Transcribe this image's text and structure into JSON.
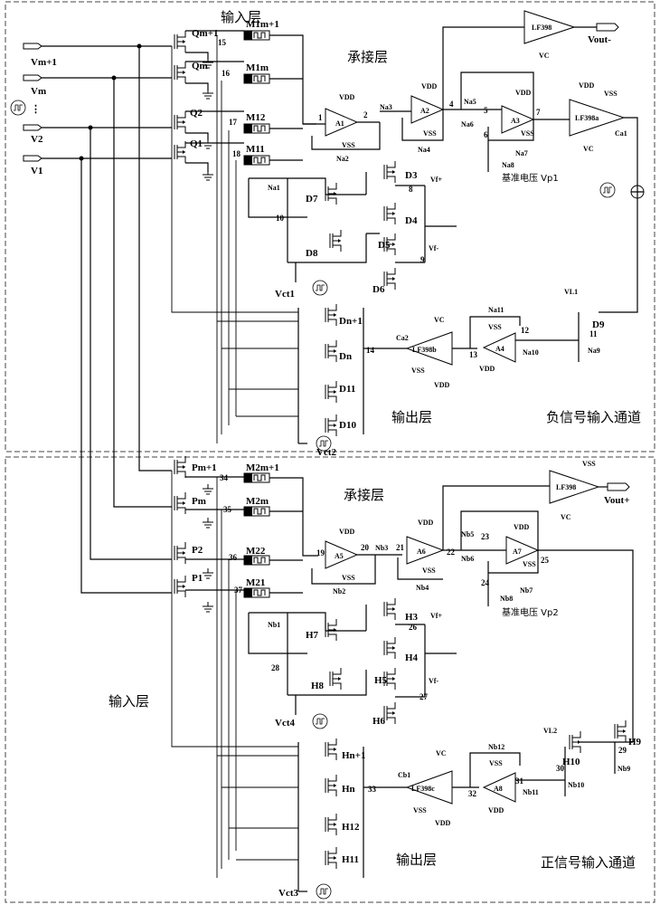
{
  "sections": {
    "negative": {
      "input_layer": "输入层",
      "bearing_layer": "承接层",
      "output_layer": "输出层",
      "channel": "负信号输入通道"
    },
    "positive": {
      "input_layer": "输入层",
      "bearing_layer": "承接层",
      "output_layer": "输出层",
      "channel": "正信号输入通道"
    }
  },
  "inputs": [
    "Vm+1",
    "Vm",
    "V2",
    "V1"
  ],
  "outputs": {
    "negative": "Vout-",
    "positive": "Vout+"
  },
  "sample_holds": [
    "LF398",
    "LF398a",
    "LF398b",
    "LF398",
    "LF398c"
  ],
  "amplifiers": [
    "A1",
    "A2",
    "A3",
    "A4",
    "A5",
    "A6",
    "A7",
    "A8"
  ],
  "reference": {
    "neg": "基准电压 Vp1",
    "pos": "基准电压 Vp2"
  },
  "controls": [
    "Vct1",
    "Vct2",
    "Vct3",
    "Vct4"
  ],
  "neg_transistors": [
    "Qm+1",
    "Qm",
    "Q2",
    "Q1"
  ],
  "pos_transistors": [
    "Pm+1",
    "Pm",
    "P2",
    "P1"
  ],
  "neg_memristors": [
    "M1m+1",
    "M1m",
    "M12",
    "M11"
  ],
  "pos_memristors": [
    "M2m+1",
    "M2m",
    "M22",
    "M21"
  ],
  "neg_out_switches": [
    "Dn+1",
    "Dn",
    "D11",
    "D10"
  ],
  "pos_out_switches": [
    "Hn+1",
    "Hn",
    "H12",
    "H11"
  ],
  "neg_nodes": [
    "15",
    "16",
    "17",
    "18"
  ],
  "pos_nodes": [
    "34",
    "35",
    "36",
    "37"
  ]
}
